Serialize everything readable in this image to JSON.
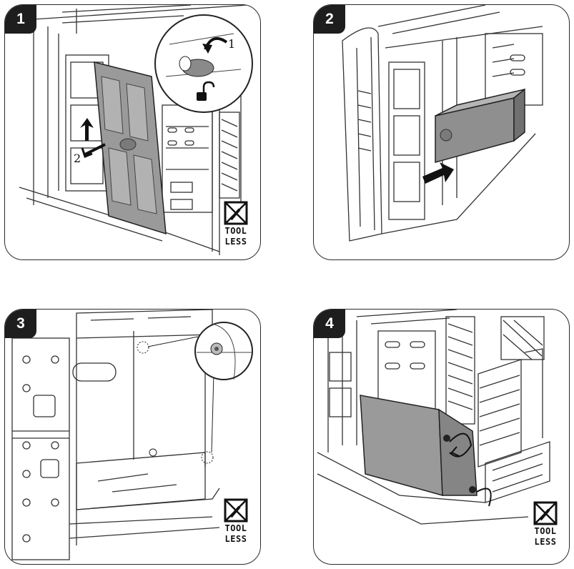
{
  "panels": [
    {
      "step": "1",
      "callout_1": "1",
      "callout_2": "2",
      "tool_line1": "TOOL",
      "tool_line2": "LESS"
    },
    {
      "step": "2"
    },
    {
      "step": "3",
      "tool_line1": "TOOL",
      "tool_line2": "LESS"
    },
    {
      "step": "4",
      "tool_line1": "TOOL",
      "tool_line2": "LESS"
    }
  ],
  "colors": {
    "outline": "#2a2a2a",
    "part_fill": "#9a9a9a",
    "badge_bg": "#1e1e1e"
  },
  "icons": [
    "unlock-icon",
    "toolless-icon",
    "arrow-icon",
    "screw-icon"
  ]
}
